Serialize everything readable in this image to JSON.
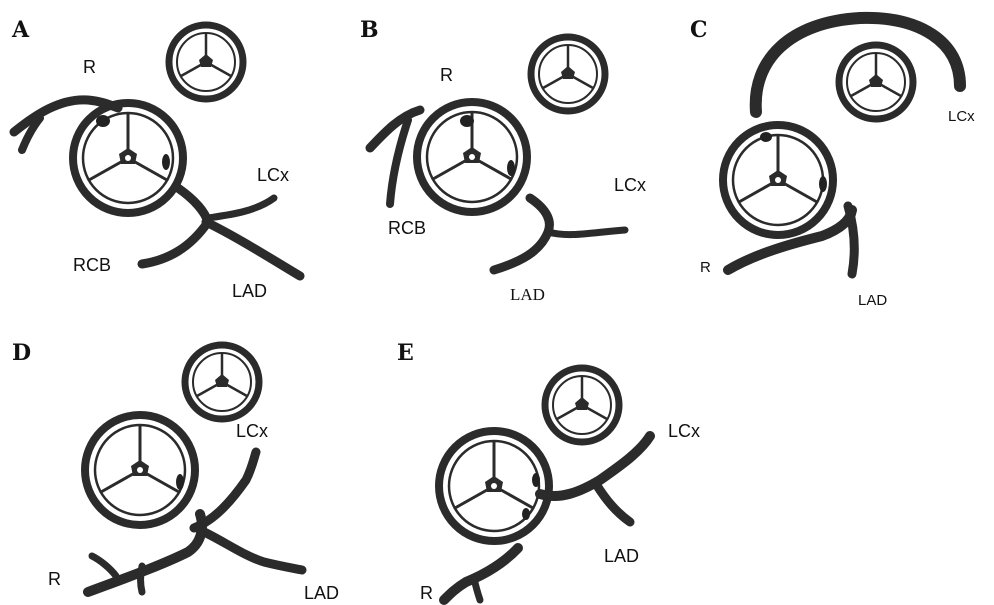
{
  "panels": [
    {
      "letter": "A",
      "labels": {
        "r": "R",
        "lcx": "LCx",
        "rcb": "RCB",
        "lad": "LAD"
      }
    },
    {
      "letter": "B",
      "labels": {
        "r": "R",
        "lcx": "LCx",
        "rcb": "RCB",
        "lad": "LAD"
      }
    },
    {
      "letter": "C",
      "labels": {
        "r": "R",
        "lcx": "LCx",
        "lad": "LAD"
      }
    },
    {
      "letter": "D",
      "labels": {
        "r": "R",
        "lcx": "LCx",
        "lad": "LAD"
      }
    },
    {
      "letter": "E",
      "labels": {
        "r": "R",
        "lcx": "LCx",
        "lad": "LAD"
      }
    }
  ]
}
